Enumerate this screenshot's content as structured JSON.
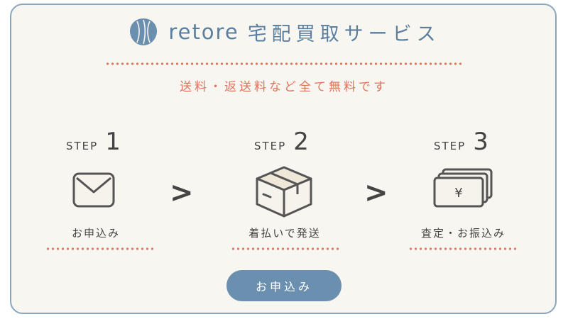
{
  "header": {
    "brand": "retore",
    "service": "宅配買取サービス",
    "logo_icon": "retore-logo-icon"
  },
  "notice": "送料・返送料など全て無料です",
  "steps": [
    {
      "word": "STEP",
      "number": "1",
      "caption": "お申込み",
      "icon": "envelope-icon"
    },
    {
      "word": "STEP",
      "number": "2",
      "caption": "着払いで発送",
      "icon": "cardboard-box-icon"
    },
    {
      "word": "STEP",
      "number": "3",
      "caption": "査定・お振込み",
      "icon": "banknotes-icon",
      "currency": "¥"
    }
  ],
  "arrow_symbol": ">",
  "cta": {
    "label": "お申込み"
  },
  "colors": {
    "accent": "#e0735c",
    "brand": "#5a7f9e",
    "button": "#6b8fae",
    "text": "#444444",
    "background": "#f8f6f1",
    "border": "#8aa6bf"
  }
}
